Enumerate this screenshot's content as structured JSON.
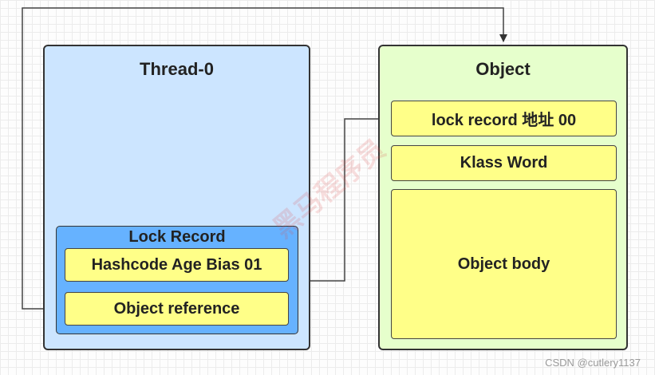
{
  "thread": {
    "title": "Thread-0",
    "lock_record": {
      "title": "Lock Record",
      "mark_word": "Hashcode Age Bias 01",
      "object_reference": "Object reference"
    }
  },
  "object": {
    "title": "Object",
    "mark_word": "lock record 地址 00",
    "klass_word": "Klass Word",
    "body": "Object body"
  },
  "watermark": "黑马程序员",
  "credit": "CSDN @cutlery1137",
  "colors": {
    "thread_bg": "#cce5ff",
    "lock_record_bg": "#66b2ff",
    "object_bg": "#e6ffcc",
    "cell_bg": "#ffff88",
    "border": "#333333"
  }
}
